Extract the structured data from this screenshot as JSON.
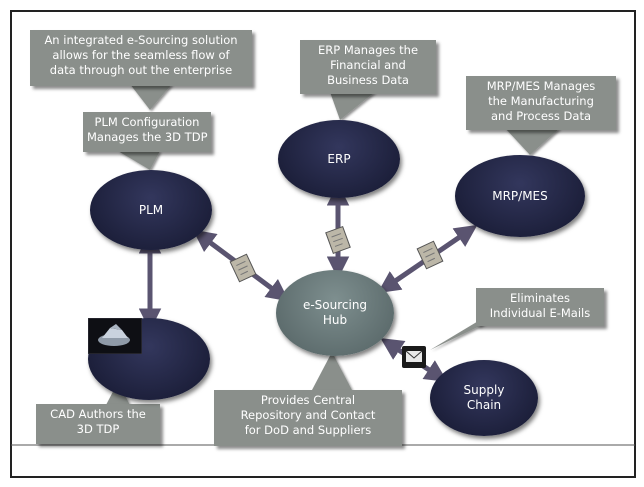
{
  "colors": {
    "callout_bg": "#8a8f8b",
    "node_dark": "#1c1f3a",
    "hub": "#6b7b7c",
    "connector": "#5a5470"
  },
  "callouts": {
    "integrated": [
      "An integrated e-Sourcing solution",
      "allows for the seamless flow of",
      "data through out the enterprise"
    ],
    "plm_config": [
      "PLM Configuration",
      "Manages the 3D TDP"
    ],
    "erp_manages": [
      "ERP Manages the",
      "Financial and",
      "Business Data"
    ],
    "mrp_manages": [
      "MRP/MES Manages",
      "the Manufacturing",
      "and Process Data"
    ],
    "eliminates": [
      "Eliminates",
      "Individual E-Mails"
    ],
    "provides": [
      "Provides Central",
      "Repository and Contact",
      "for DoD and Suppliers"
    ],
    "cad": [
      "CAD Authors the",
      "3D TDP"
    ]
  },
  "nodes": {
    "plm": "PLM",
    "erp": "ERP",
    "mrp": "MRP/MES",
    "hub": [
      "e-Sourcing",
      "Hub"
    ],
    "supply": [
      "Supply",
      "Chain"
    ]
  },
  "icons": {
    "document": "document-icon",
    "email": "email-icon",
    "cad_model": "cad-model-icon"
  }
}
